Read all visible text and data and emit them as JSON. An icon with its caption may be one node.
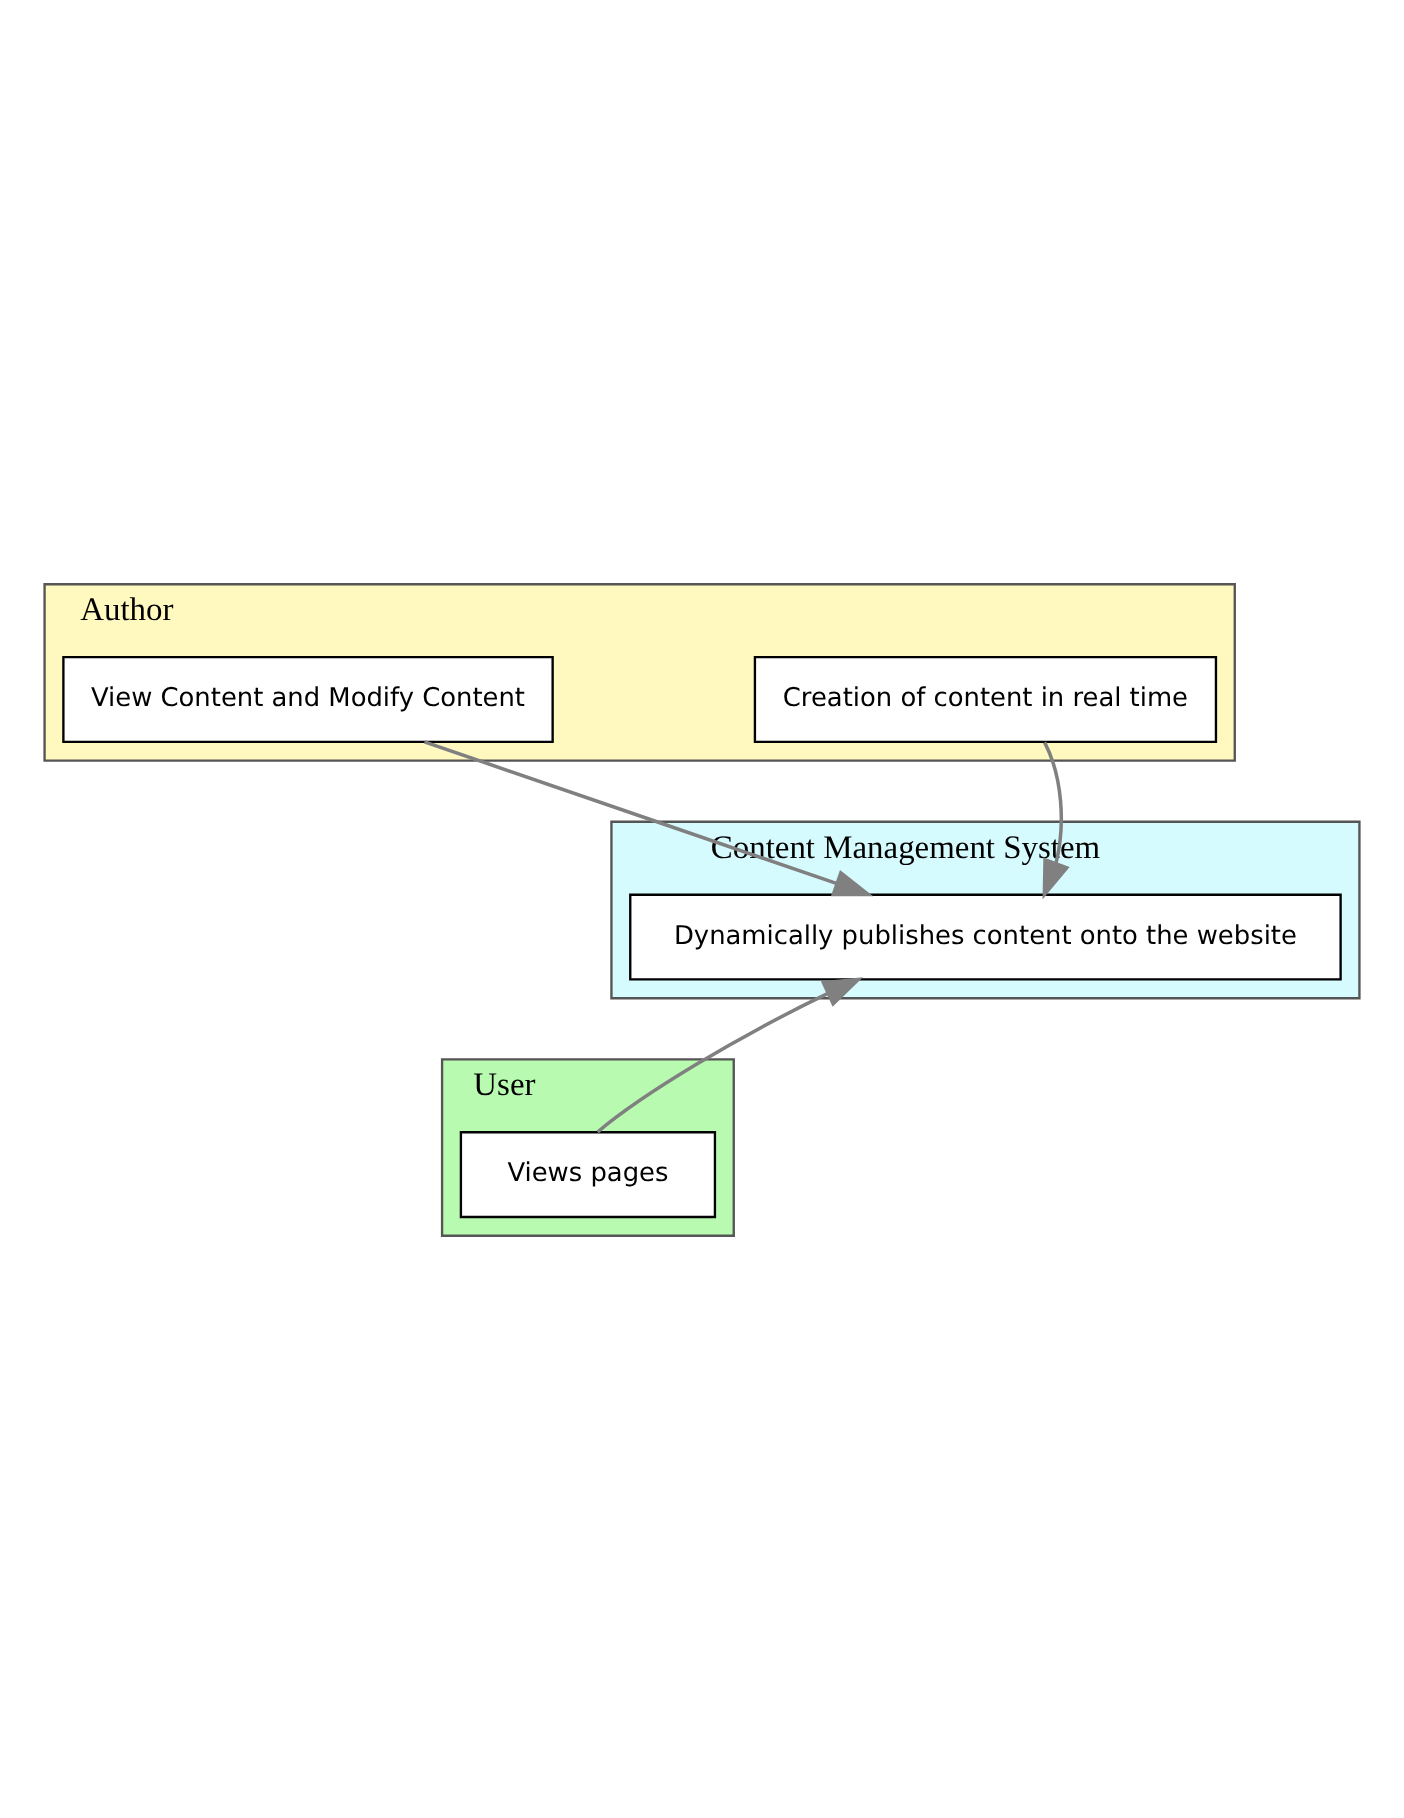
{
  "diagram": {
    "nodes": [
      {
        "text": [
          "Author"
        ]
      },
      {
        "text": [
          "Creation of content in real time"
        ],
        "in": 0
      },
      {
        "text": [
          "View Content and Modify Content"
        ],
        "in": 0
      },
      {
        "text": [
          "Content Management System"
        ]
      },
      {
        "text": [
          "Dynamically publishes content onto the website"
        ],
        "in": 3
      },
      {
        "text": [
          "User"
        ]
      },
      {
        "text": [
          "Views pages"
        ],
        "in": 5
      }
    ],
    "edges": [
      {
        "from": 1,
        "to": 4,
        "arrow": "to"
      },
      {
        "from": 2,
        "to": 4,
        "arrow": "to"
      },
      {
        "from": 6,
        "to": 4,
        "arrow": "to"
      }
    ]
  }
}
